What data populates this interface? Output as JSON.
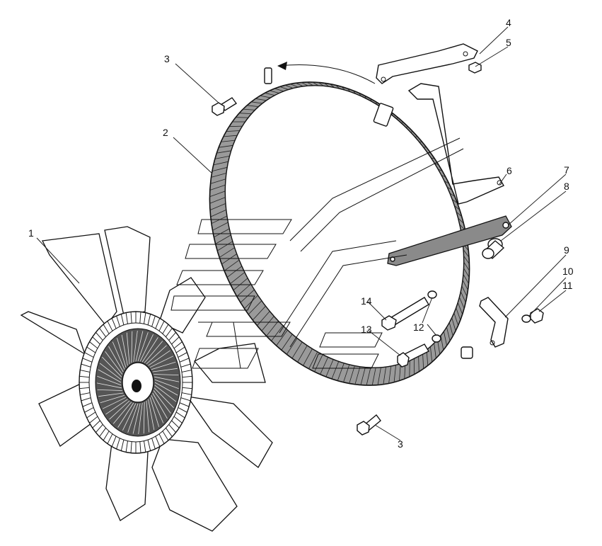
{
  "diagram": {
    "callouts": [
      {
        "id": "c1",
        "label": "1"
      },
      {
        "id": "c2",
        "label": "2"
      },
      {
        "id": "c3a",
        "label": "3"
      },
      {
        "id": "c3b",
        "label": "3"
      },
      {
        "id": "c4",
        "label": "4"
      },
      {
        "id": "c5",
        "label": "5"
      },
      {
        "id": "c6",
        "label": "6"
      },
      {
        "id": "c7",
        "label": "7"
      },
      {
        "id": "c8",
        "label": "8"
      },
      {
        "id": "c9",
        "label": "9"
      },
      {
        "id": "c10",
        "label": "10"
      },
      {
        "id": "c11",
        "label": "11"
      },
      {
        "id": "c12",
        "label": "12"
      },
      {
        "id": "c13",
        "label": "13"
      },
      {
        "id": "c14",
        "label": "14"
      }
    ],
    "colors": {
      "line": "#111111",
      "background": "#ffffff"
    }
  }
}
